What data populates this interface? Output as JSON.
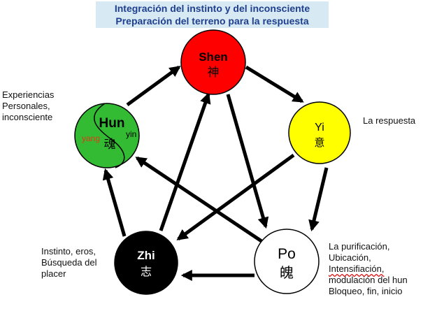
{
  "title": {
    "line1": "Integración del instinto y del inconsciente",
    "line2": "Preparación del terreno para la respuesta"
  },
  "nodes": {
    "shen": {
      "name": "Shen",
      "char": "神",
      "color": "#ff0000",
      "text_color": "#000000"
    },
    "yi": {
      "name": "Yi",
      "char": "意",
      "color": "#ffff00",
      "text_color": "#000000"
    },
    "po": {
      "name": "Po",
      "char": "魄",
      "color": "#ffffff",
      "text_color": "#000000"
    },
    "zhi": {
      "name": "Zhi",
      "char": "志",
      "color": "#000000",
      "text_color": "#ffffff"
    },
    "hun": {
      "name": "Hun",
      "char": "魂",
      "color": "#33bb33",
      "text_color": "#000000",
      "yang_label": "yang",
      "yin_label": "yin",
      "yang_color": "#e03a1a"
    }
  },
  "annotations": {
    "hun": [
      "Experiencias",
      "Personales,",
      "inconsciente"
    ],
    "yi": [
      "La respuesta"
    ],
    "zhi": [
      "Instinto, eros,",
      "Búsqueda del",
      "placer"
    ],
    "po": [
      "La purificación,",
      "Ubicación,",
      "Intensifiación,",
      "modulación del hun",
      "Bloqueo, fin, inicio"
    ]
  },
  "colors": {
    "arrow": "#000000",
    "title_bg": "#d7e9f2",
    "title_text": "#1f3f8f"
  }
}
